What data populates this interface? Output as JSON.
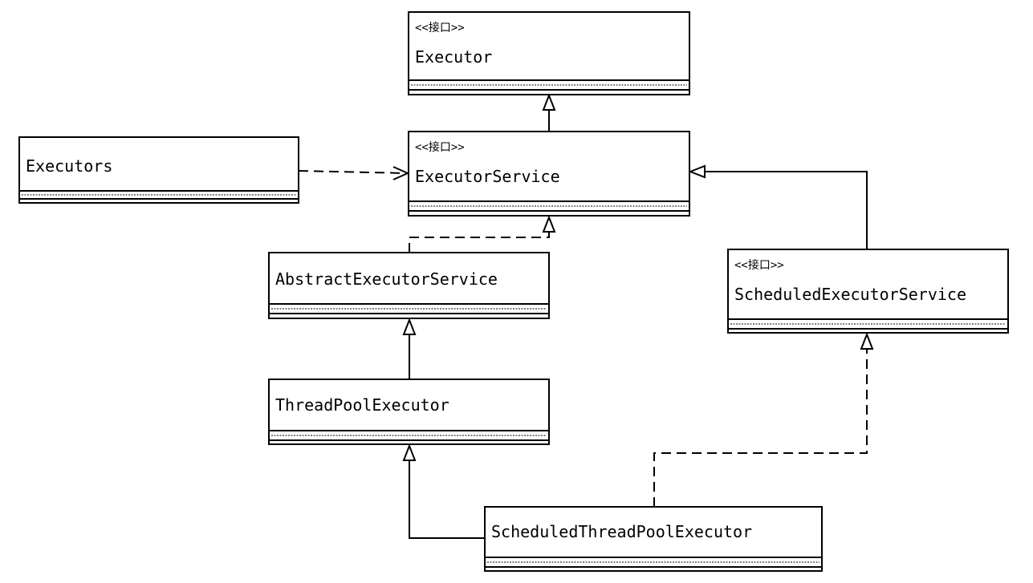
{
  "diagram": {
    "classes": [
      {
        "id": "executor",
        "name": "Executor",
        "stereotype": "<<接口>>"
      },
      {
        "id": "executorService",
        "name": "ExecutorService",
        "stereotype": "<<接口>>"
      },
      {
        "id": "executors",
        "name": "Executors",
        "stereotype": ""
      },
      {
        "id": "abstractExecutorService",
        "name": "AbstractExecutorService",
        "stereotype": ""
      },
      {
        "id": "scheduledExecutorService",
        "name": "ScheduledExecutorService",
        "stereotype": "<<接口>>"
      },
      {
        "id": "threadPoolExecutor",
        "name": "ThreadPoolExecutor",
        "stereotype": ""
      },
      {
        "id": "scheduledThreadPoolExecutor",
        "name": "ScheduledThreadPoolExecutor",
        "stereotype": ""
      }
    ],
    "relations": [
      {
        "from": "executorService",
        "to": "executor",
        "kind": "generalization"
      },
      {
        "from": "executors",
        "to": "executorService",
        "kind": "dependency"
      },
      {
        "from": "abstractExecutorService",
        "to": "executorService",
        "kind": "realization"
      },
      {
        "from": "scheduledExecutorService",
        "to": "executorService",
        "kind": "generalization"
      },
      {
        "from": "threadPoolExecutor",
        "to": "abstractExecutorService",
        "kind": "generalization"
      },
      {
        "from": "scheduledThreadPoolExecutor",
        "to": "threadPoolExecutor",
        "kind": "generalization"
      },
      {
        "from": "scheduledThreadPoolExecutor",
        "to": "scheduledExecutorService",
        "kind": "realization"
      }
    ]
  }
}
